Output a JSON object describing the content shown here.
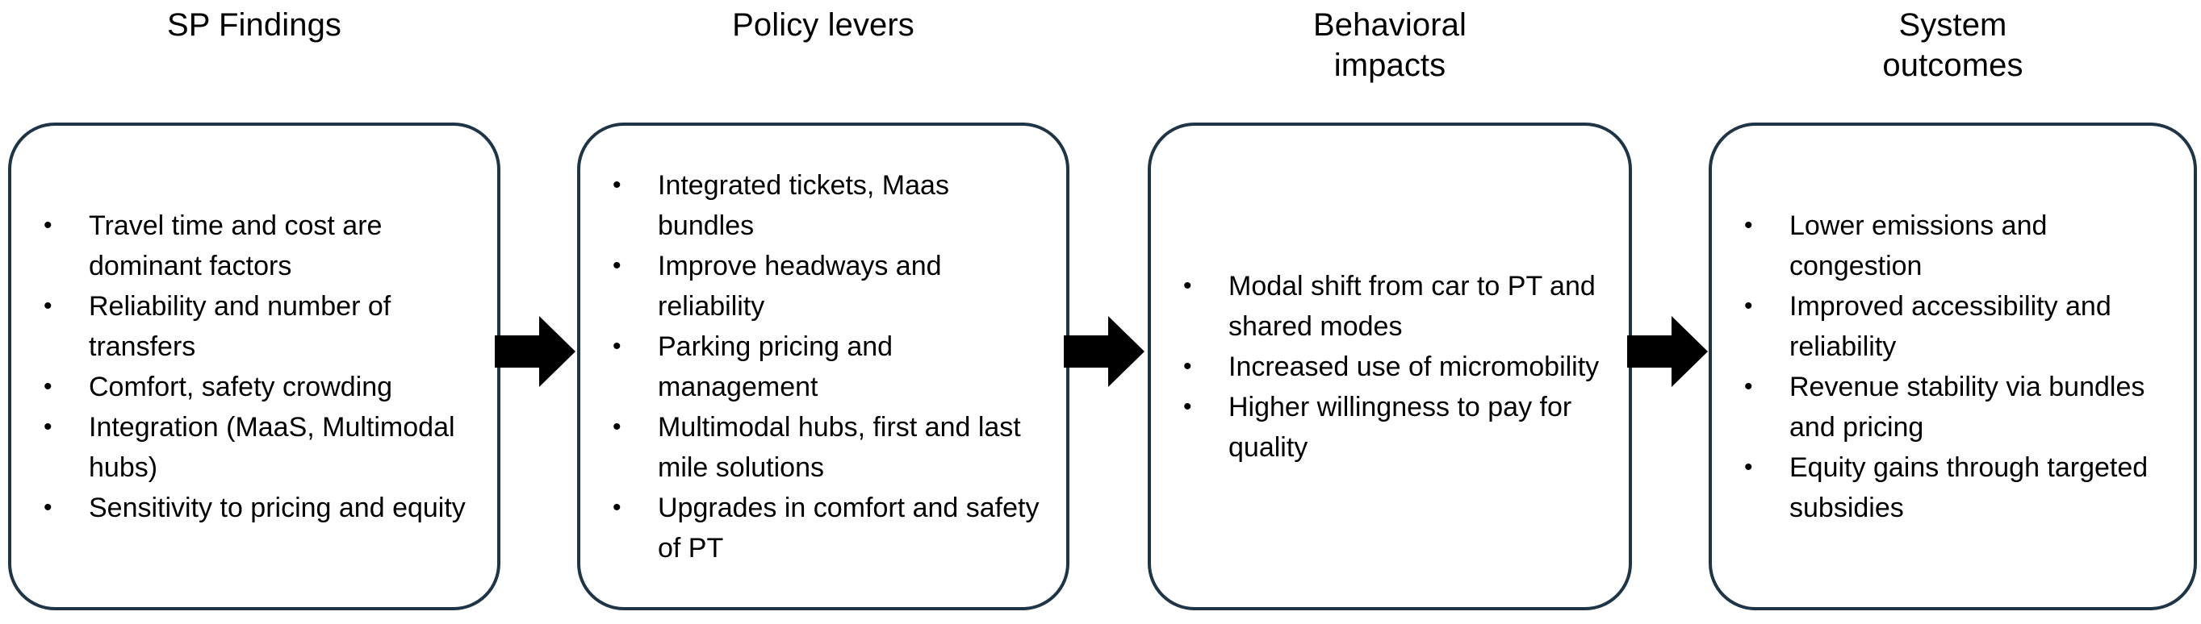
{
  "diagram": {
    "title_flow": "SP Findings to Policy levers to Behavioral impacts to System outcomes",
    "accent_border_color": "#1d3547",
    "arrow_color": "#000000",
    "background_color": "#ffffff",
    "arrow_icon_name": "right-arrow-icon"
  },
  "stages": [
    {
      "title": "SP Findings",
      "bullets": [
        "Travel time and cost are dominant factors",
        "Reliability and number of transfers",
        "Comfort, safety crowding",
        "Integration (MaaS, Multimodal hubs)",
        "Sensitivity to pricing and equity"
      ]
    },
    {
      "title": "Policy levers",
      "bullets": [
        "Integrated tickets, Maas bundles",
        "Improve headways and reliability",
        "Parking pricing and management",
        "Multimodal hubs, first and last mile solutions",
        "Upgrades in comfort and safety of PT"
      ]
    },
    {
      "title": "Behavioral\nimpacts",
      "bullets": [
        "Modal shift from car to PT and shared modes",
        "Increased use of micromobility",
        "Higher willingness to pay for quality"
      ]
    },
    {
      "title": "System\noutcomes",
      "bullets": [
        "Lower emissions and congestion",
        "Improved accessibility and reliability",
        "Revenue stability via bundles and pricing",
        "Equity gains through targeted subsidies"
      ]
    }
  ],
  "arrows": [
    {
      "label": "arrow-1",
      "from": "SP Findings",
      "to": "Policy levers"
    },
    {
      "label": "arrow-2",
      "from": "Policy levers",
      "to": "Behavioral impacts"
    },
    {
      "label": "arrow-3",
      "from": "Behavioral impacts",
      "to": "System outcomes"
    }
  ]
}
